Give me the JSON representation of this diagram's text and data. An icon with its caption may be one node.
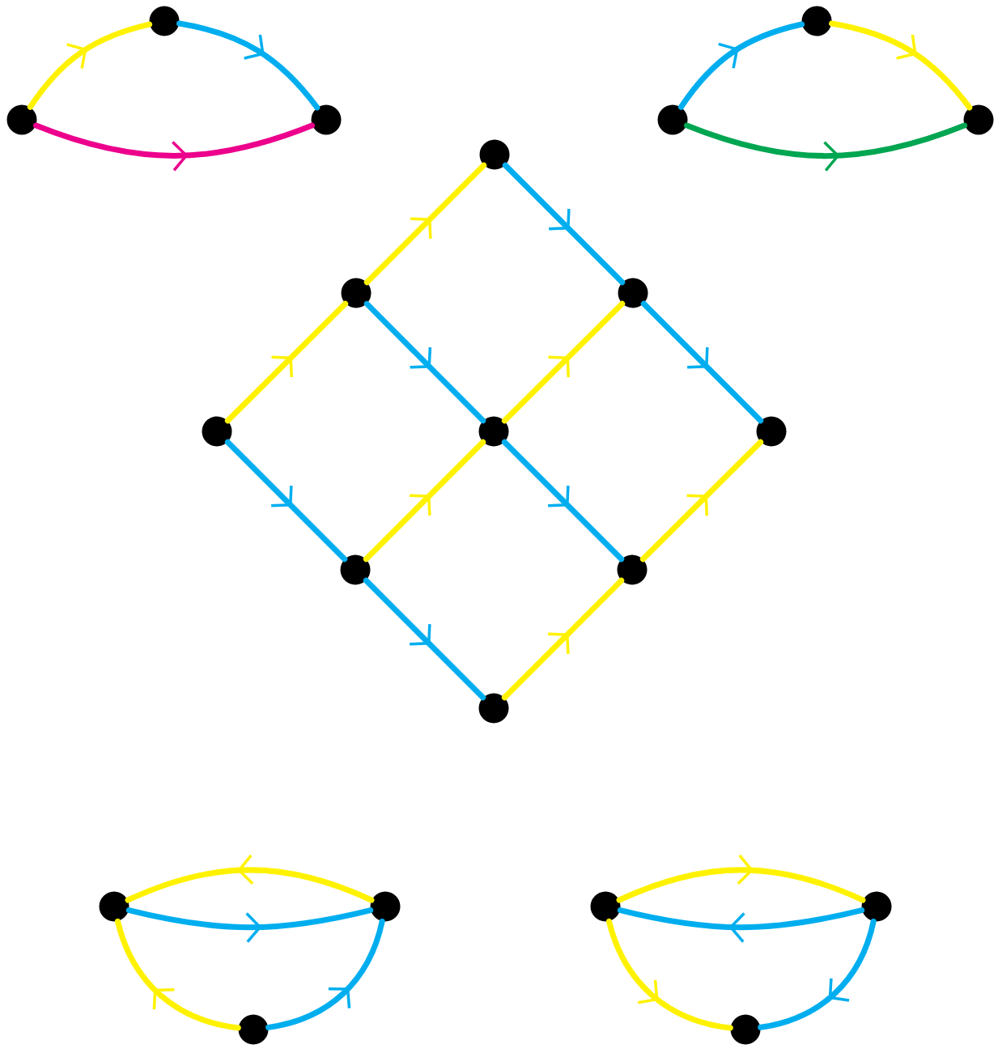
{
  "diagram": {
    "nodes": [
      {
        "text": [],
        "shape": "circle"
      },
      {
        "text": [],
        "shape": "circle"
      },
      {
        "text": [],
        "shape": "circle"
      },
      {
        "text": [],
        "shape": "circle"
      },
      {
        "text": [],
        "shape": "circle"
      },
      {
        "text": [],
        "shape": "circle"
      },
      {
        "text": [],
        "shape": "circle"
      },
      {
        "text": [],
        "shape": "circle"
      },
      {
        "text": [],
        "shape": "circle"
      },
      {
        "text": [],
        "shape": "circle"
      },
      {
        "text": [],
        "shape": "circle"
      },
      {
        "text": [],
        "shape": "circle"
      },
      {
        "text": [],
        "shape": "circle"
      },
      {
        "text": [],
        "shape": "circle"
      },
      {
        "text": [],
        "shape": "circle"
      },
      {
        "text": [],
        "shape": "circle"
      },
      {
        "text": [],
        "shape": "circle"
      },
      {
        "text": [],
        "shape": "circle"
      },
      {
        "text": [],
        "shape": "circle"
      },
      {
        "text": [],
        "shape": "circle"
      },
      {
        "text": [],
        "shape": "circle"
      }
    ],
    "edges": [
      {
        "from": 0,
        "to": 1,
        "arrow": "to",
        "color": "#fff200"
      },
      {
        "from": 1,
        "to": 2,
        "arrow": "to",
        "color": "#00aeef"
      },
      {
        "from": 0,
        "to": 2,
        "arrow": "to",
        "color": "#ec008c"
      },
      {
        "from": 3,
        "to": 4,
        "arrow": "to",
        "color": "#00aeef"
      },
      {
        "from": 4,
        "to": 5,
        "arrow": "to",
        "color": "#fff200"
      },
      {
        "from": 3,
        "to": 5,
        "arrow": "to",
        "color": "#00a651"
      },
      {
        "from": 9,
        "to": 7,
        "arrow": "to",
        "color": "#fff200"
      },
      {
        "from": 7,
        "to": 6,
        "arrow": "to",
        "color": "#fff200"
      },
      {
        "from": 12,
        "to": 10,
        "arrow": "to",
        "color": "#fff200"
      },
      {
        "from": 10,
        "to": 8,
        "arrow": "to",
        "color": "#fff200"
      },
      {
        "from": 14,
        "to": 13,
        "arrow": "to",
        "color": "#fff200"
      },
      {
        "from": 13,
        "to": 11,
        "arrow": "to",
        "color": "#fff200"
      },
      {
        "from": 6,
        "to": 8,
        "arrow": "to",
        "color": "#00aeef"
      },
      {
        "from": 8,
        "to": 11,
        "arrow": "to",
        "color": "#00aeef"
      },
      {
        "from": 7,
        "to": 10,
        "arrow": "to",
        "color": "#00aeef"
      },
      {
        "from": 10,
        "to": 13,
        "arrow": "to",
        "color": "#00aeef"
      },
      {
        "from": 9,
        "to": 12,
        "arrow": "to",
        "color": "#00aeef"
      },
      {
        "from": 12,
        "to": 14,
        "arrow": "to",
        "color": "#00aeef"
      },
      {
        "from": 16,
        "to": 15,
        "arrow": "to",
        "color": "#fff200"
      },
      {
        "from": 15,
        "to": 16,
        "arrow": "to",
        "color": "#00aeef"
      },
      {
        "from": 17,
        "to": 15,
        "arrow": "to",
        "color": "#fff200"
      },
      {
        "from": 17,
        "to": 16,
        "arrow": "to",
        "color": "#00aeef"
      },
      {
        "from": 18,
        "to": 19,
        "arrow": "to",
        "color": "#fff200"
      },
      {
        "from": 19,
        "to": 18,
        "arrow": "to",
        "color": "#00aeef"
      },
      {
        "from": 18,
        "to": 20,
        "arrow": "to",
        "color": "#fff200"
      },
      {
        "from": 19,
        "to": 20,
        "arrow": "to",
        "color": "#00aeef"
      }
    ]
  }
}
